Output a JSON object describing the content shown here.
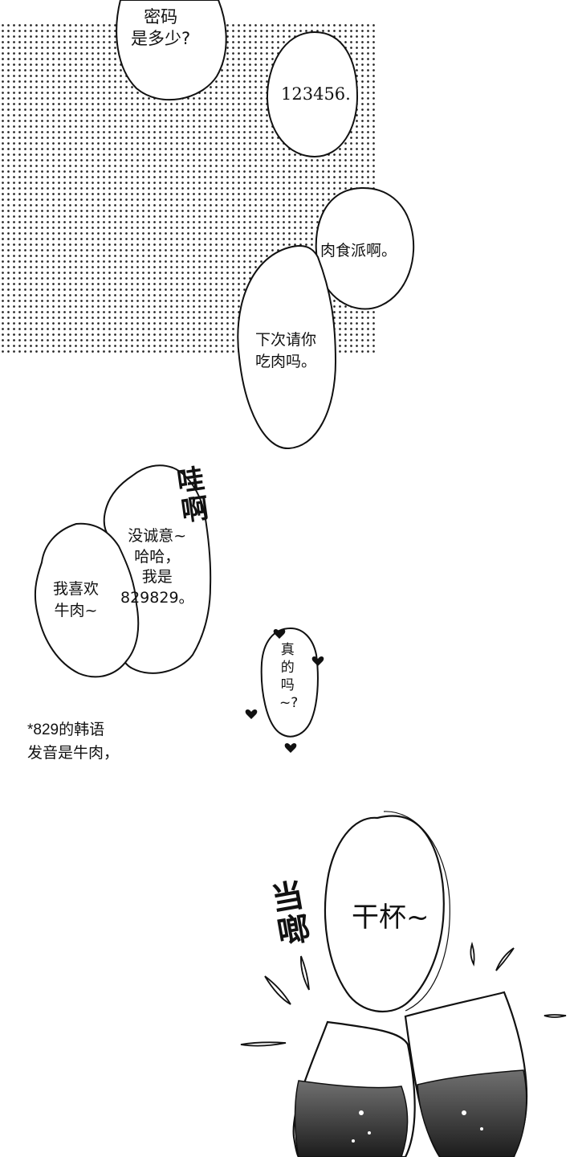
{
  "dialogue": {
    "password_question": "密码\n是多少?",
    "password_answer": "123456.",
    "carnivore": "肉食派啊。",
    "treat_meat": "下次请你\n吃肉吗。",
    "wow_sfx": "哇啊",
    "insincere": "没诚意~\n哈哈，\n我是\n829829。",
    "likes_beef": "我喜欢\n牛肉~",
    "really": "真的吗~?",
    "translator_note": "*829的韩语\n发音是牛肉，",
    "clink_sfx": "当啷",
    "cheers": "干杯~"
  },
  "colors": {
    "ink": "#111111",
    "paper": "#ffffff",
    "wine": "#3a3a3a"
  },
  "icons": [
    "heart-icon",
    "sparkle-drop-icon",
    "wine-glass-icon"
  ]
}
